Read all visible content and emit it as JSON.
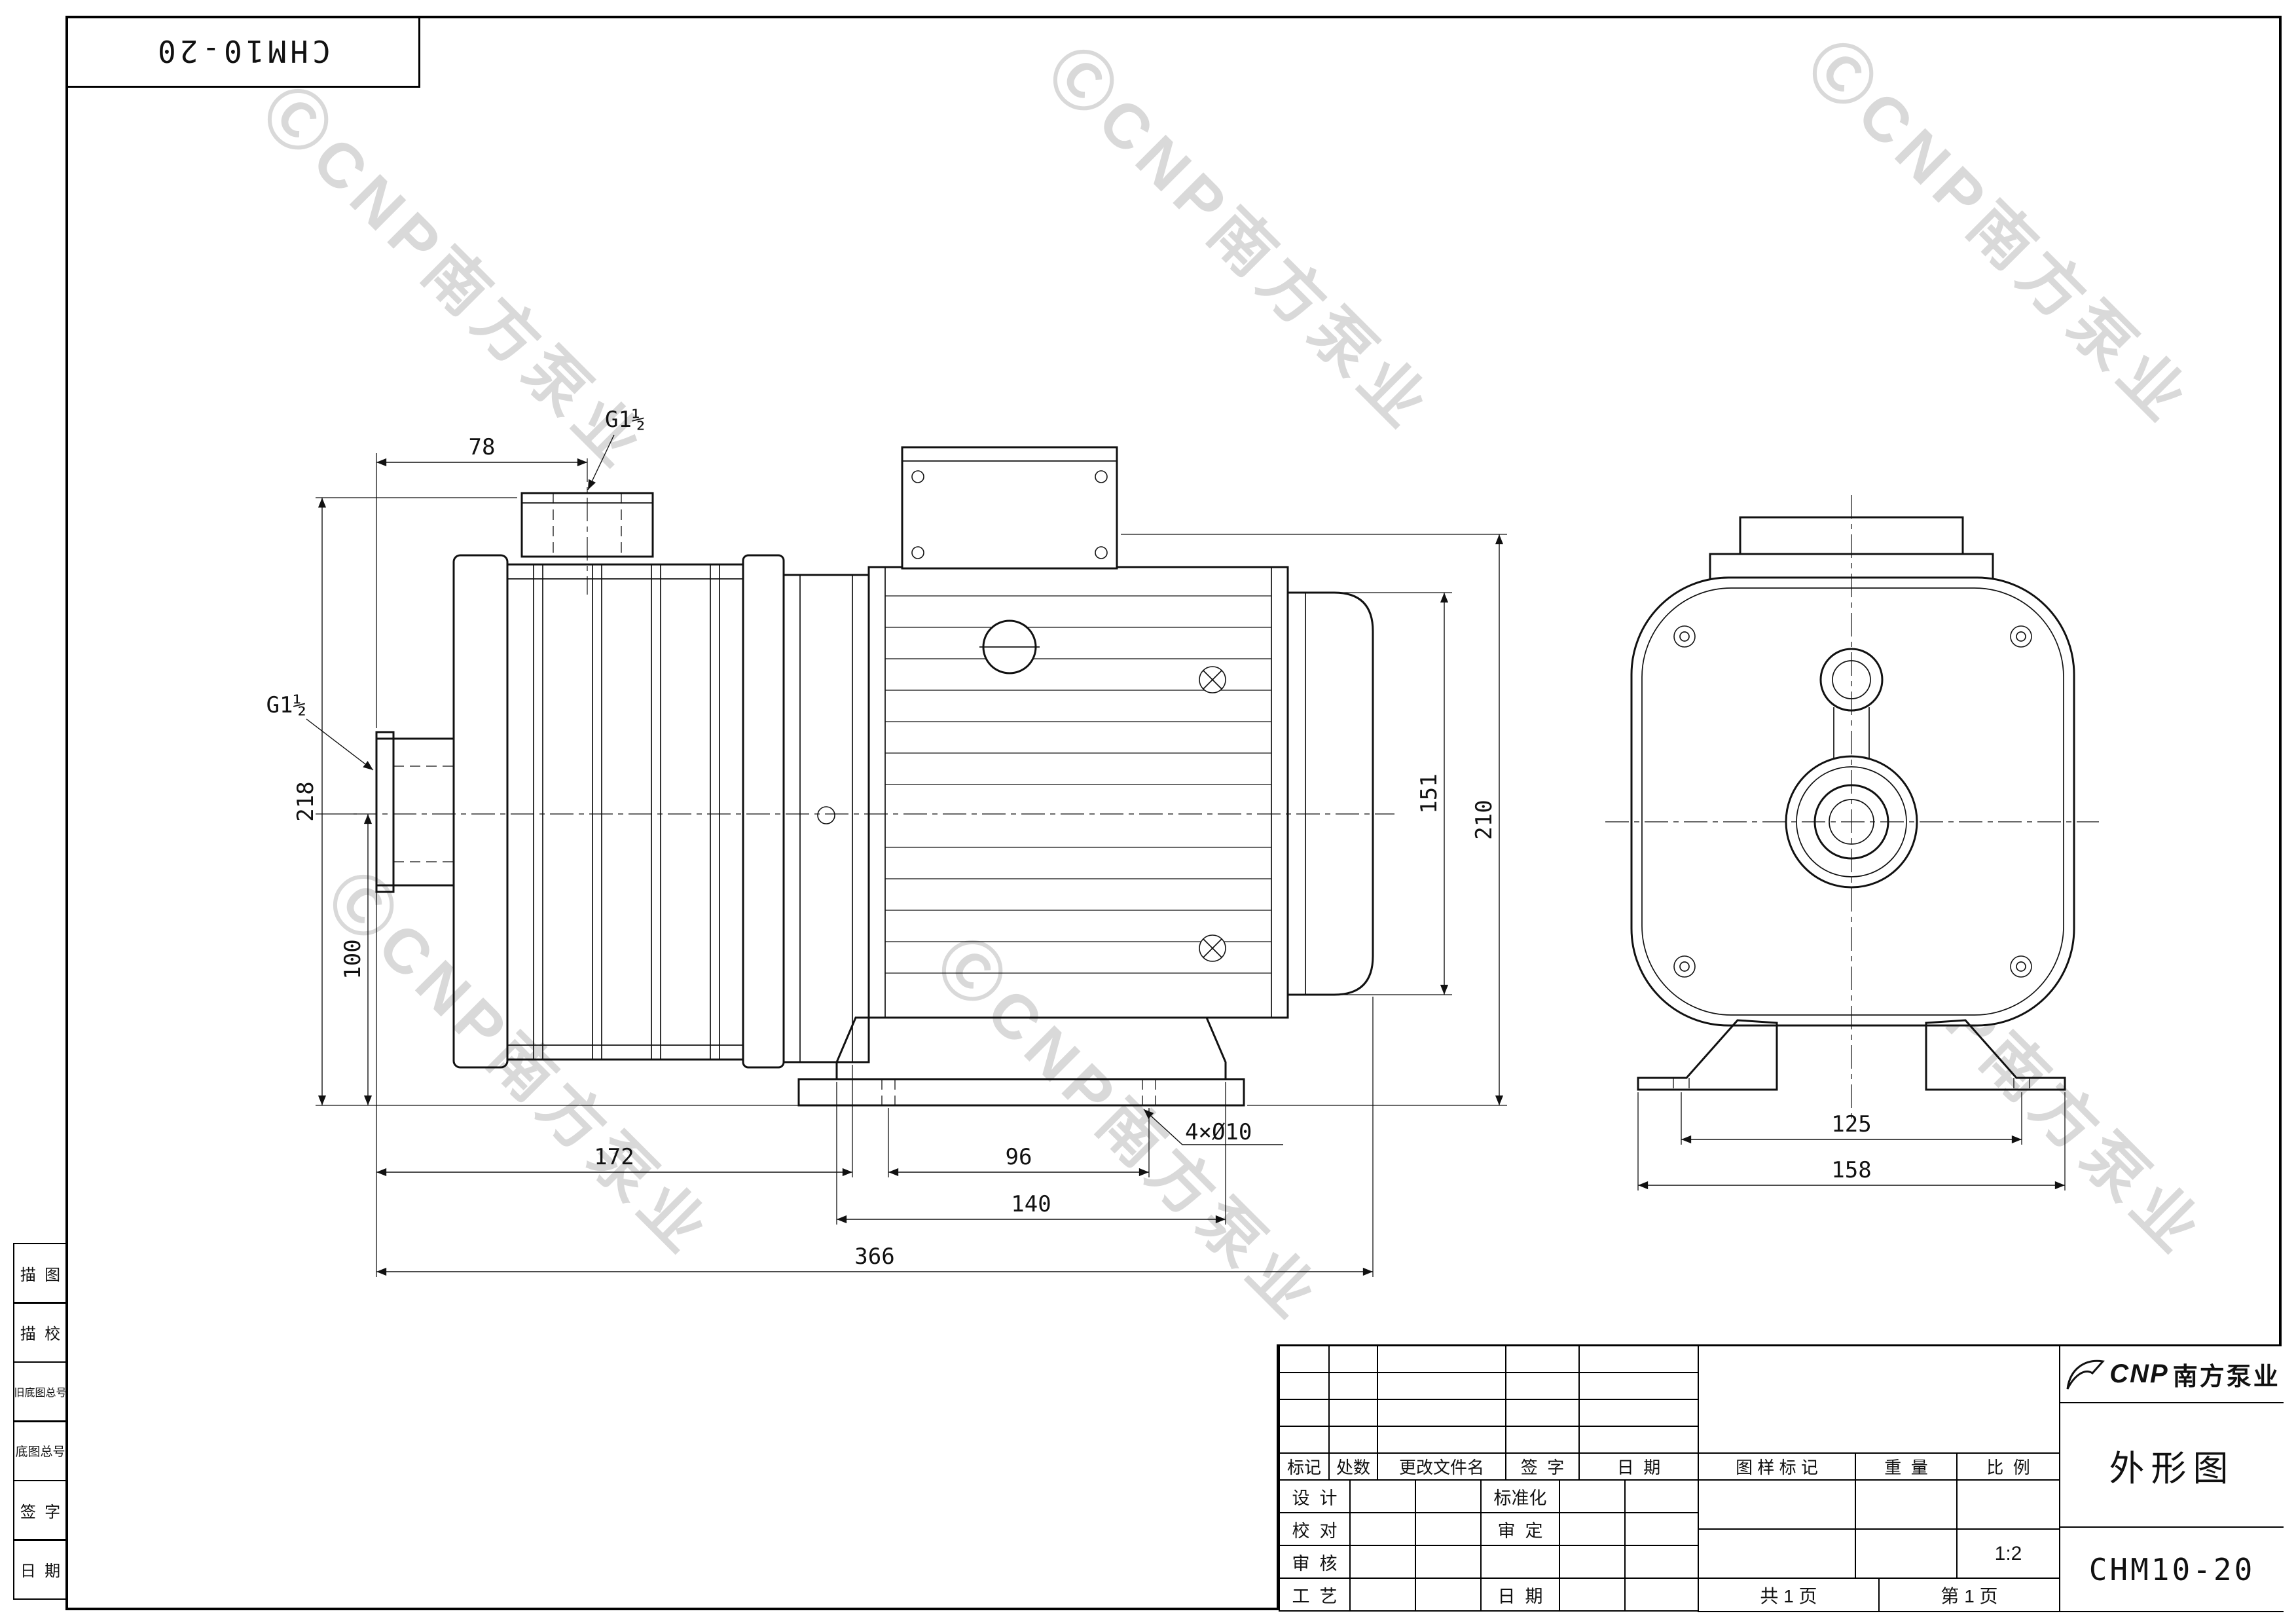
{
  "corner_label": "CHM10-20",
  "watermark_text": "ⒸCNP南方泵业",
  "margin_rows": [
    {
      "label": "描  图"
    },
    {
      "label": "描  校"
    },
    {
      "label": "旧底图总号"
    },
    {
      "label": "底图总号"
    },
    {
      "label": "签  字"
    },
    {
      "label": "日  期"
    }
  ],
  "dims": {
    "top_width": "78",
    "port_top": "G1½",
    "port_side": "G1½",
    "total_height": "218",
    "inlet_height": "100",
    "pump_length": "172",
    "base_holes_span": "96",
    "base_length": "140",
    "total_length": "366",
    "base_holes": "4×Ø10",
    "motor_height": "151",
    "overall_height": "210",
    "feet_hole_span": "125",
    "feet_width": "158"
  },
  "title_block": {
    "rev_cols": [
      "标记",
      "处数",
      "更改文件名",
      "签  字",
      "日  期"
    ],
    "sign_rows": [
      {
        "left": "设  计",
        "right": "标准化"
      },
      {
        "left": "校  对",
        "right": "审  定"
      },
      {
        "left": "审  核",
        "right": ""
      },
      {
        "left": "工  艺",
        "right": "日  期"
      }
    ],
    "mark_label": "图 样 标 记",
    "weight_label": "重  量",
    "scale_label": "比  例",
    "scale_value": "1:2",
    "total_pages": "共 1 页",
    "page_num": "第 1 页",
    "drawing_name": "外形图",
    "model": "CHM10-20",
    "brand_cnp": "CNP",
    "brand_cn": "南方泵业"
  }
}
